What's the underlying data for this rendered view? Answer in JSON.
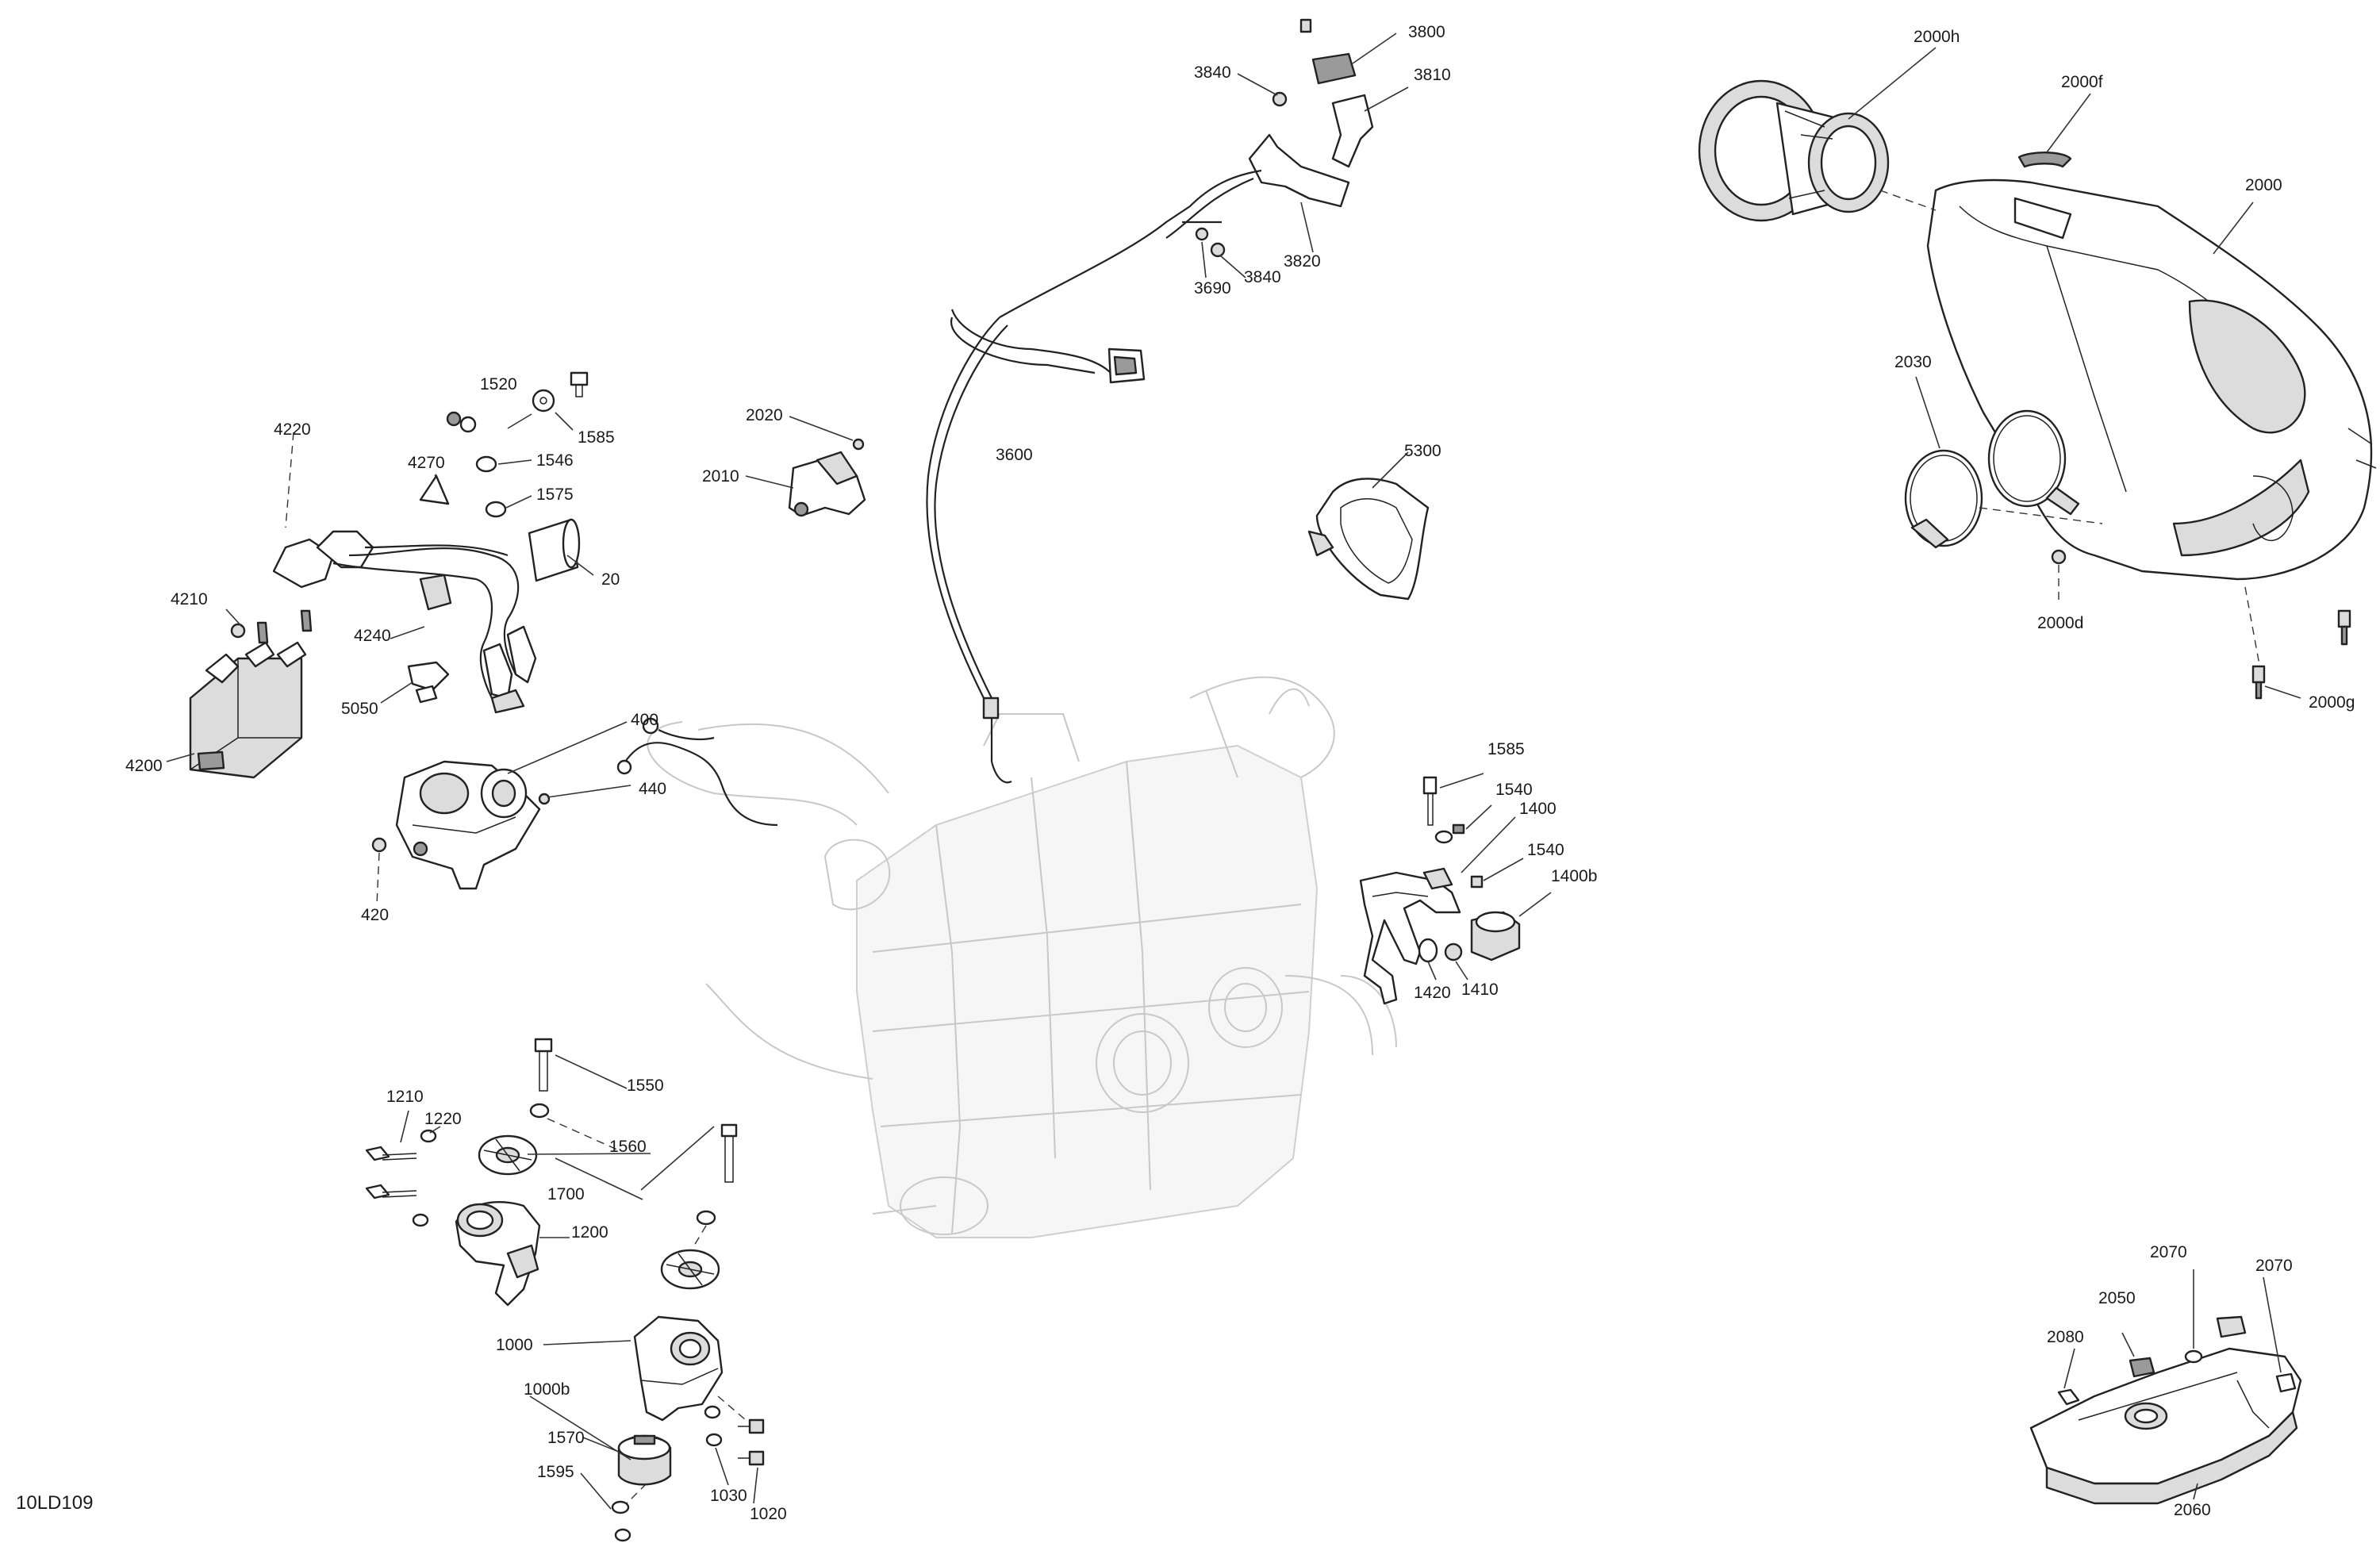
{
  "drawing_code": "10LD109",
  "callouts": {
    "c3800": "3800",
    "c3840a": "3840",
    "c3810": "3810",
    "c3820": "3820",
    "c3690": "3690",
    "c3840b": "3840",
    "c2000h": "2000h",
    "c2000f": "2000f",
    "c2000": "2000",
    "c2030": "2030",
    "c2000d": "2000d",
    "c2000g": "2000g",
    "c4220": "4220",
    "c1520": "1520",
    "c1585a": "1585",
    "c1546": "1546",
    "c4270": "4270",
    "c1575": "1575",
    "c20": "20",
    "c4210": "4210",
    "c4240": "4240",
    "c5050": "5050",
    "c4200": "4200",
    "c2020": "2020",
    "c2010": "2010",
    "c3600": "3600",
    "c5300": "5300",
    "c400": "400",
    "c440": "440",
    "c420": "420",
    "c1585b": "1585",
    "c1540a": "1540",
    "c1400": "1400",
    "c1540b": "1540",
    "c1400b": "1400b",
    "c1420": "1420",
    "c1410": "1410",
    "c1550": "1550",
    "c1210": "1210",
    "c1220": "1220",
    "c1560": "1560",
    "c1700": "1700",
    "c1200": "1200",
    "c1000": "1000",
    "c1000b": "1000b",
    "c1570": "1570",
    "c1595": "1595",
    "c1030": "1030",
    "c1020": "1020",
    "c2070a": "2070",
    "c2070b": "2070",
    "c2050": "2050",
    "c2080": "2080",
    "c2060": "2060"
  }
}
